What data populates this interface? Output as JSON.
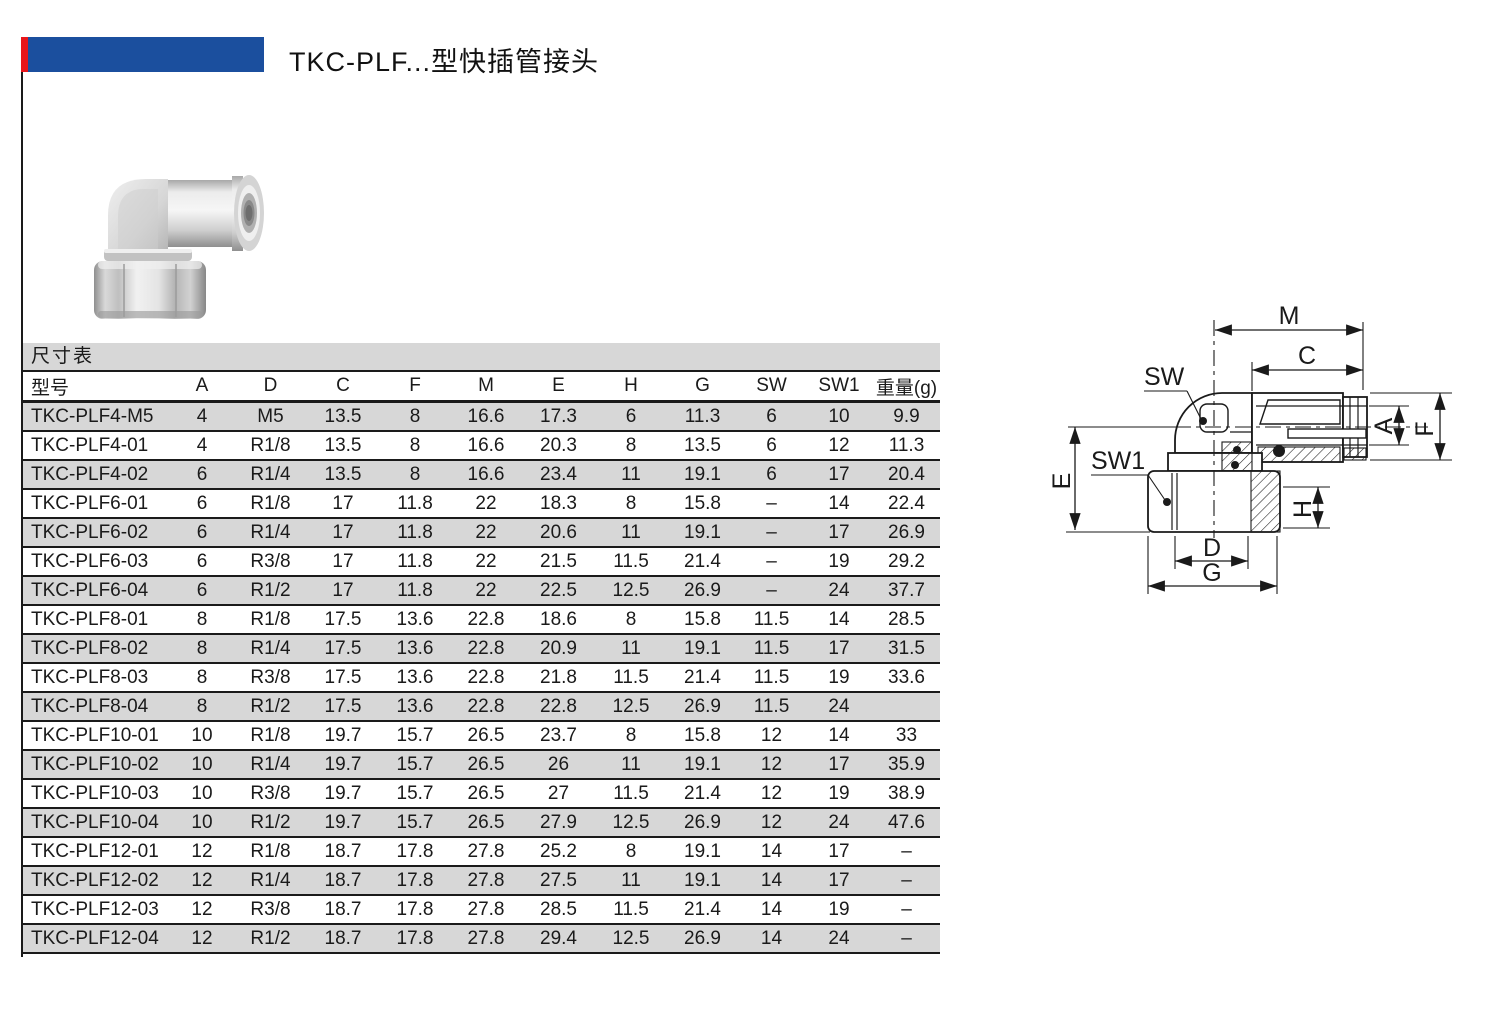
{
  "page": {
    "title": "TKC-PLF...型快插管接头"
  },
  "colors": {
    "header_blue": "#1b4f9e",
    "header_red": "#e8161b",
    "row_gray": "#d7d7d7",
    "line_black": "#1a1a1a"
  },
  "product_photo": {
    "name": "elbow-push-in-fitting-photo"
  },
  "dimension_table": {
    "section_title": "尺寸表",
    "columns": [
      "型号",
      "A",
      "D",
      "C",
      "F",
      "M",
      "E",
      "H",
      "G",
      "SW",
      "SW1",
      "重量(g)"
    ],
    "rows": [
      [
        "TKC-PLF4-M5",
        "4",
        "M5",
        "13.5",
        "8",
        "16.6",
        "17.3",
        "6",
        "11.3",
        "6",
        "10",
        "9.9"
      ],
      [
        "TKC-PLF4-01",
        "4",
        "R1/8",
        "13.5",
        "8",
        "16.6",
        "20.3",
        "8",
        "13.5",
        "6",
        "12",
        "11.3"
      ],
      [
        "TKC-PLF4-02",
        "6",
        "R1/4",
        "13.5",
        "8",
        "16.6",
        "23.4",
        "11",
        "19.1",
        "6",
        "17",
        "20.4"
      ],
      [
        "TKC-PLF6-01",
        "6",
        "R1/8",
        "17",
        "11.8",
        "22",
        "18.3",
        "8",
        "15.8",
        "–",
        "14",
        "22.4"
      ],
      [
        "TKC-PLF6-02",
        "6",
        "R1/4",
        "17",
        "11.8",
        "22",
        "20.6",
        "11",
        "19.1",
        "–",
        "17",
        "26.9"
      ],
      [
        "TKC-PLF6-03",
        "6",
        "R3/8",
        "17",
        "11.8",
        "22",
        "21.5",
        "11.5",
        "21.4",
        "–",
        "19",
        "29.2"
      ],
      [
        "TKC-PLF6-04",
        "6",
        "R1/2",
        "17",
        "11.8",
        "22",
        "22.5",
        "12.5",
        "26.9",
        "–",
        "24",
        "37.7"
      ],
      [
        "TKC-PLF8-01",
        "8",
        "R1/8",
        "17.5",
        "13.6",
        "22.8",
        "18.6",
        "8",
        "15.8",
        "11.5",
        "14",
        "28.5"
      ],
      [
        "TKC-PLF8-02",
        "8",
        "R1/4",
        "17.5",
        "13.6",
        "22.8",
        "20.9",
        "11",
        "19.1",
        "11.5",
        "17",
        "31.5"
      ],
      [
        "TKC-PLF8-03",
        "8",
        "R3/8",
        "17.5",
        "13.6",
        "22.8",
        "21.8",
        "11.5",
        "21.4",
        "11.5",
        "19",
        "33.6"
      ],
      [
        "TKC-PLF8-04",
        "8",
        "R1/2",
        "17.5",
        "13.6",
        "22.8",
        "22.8",
        "12.5",
        "26.9",
        "11.5",
        "24",
        ""
      ],
      [
        "TKC-PLF10-01",
        "10",
        "R1/8",
        "19.7",
        "15.7",
        "26.5",
        "23.7",
        "8",
        "15.8",
        "12",
        "14",
        "33"
      ],
      [
        "TKC-PLF10-02",
        "10",
        "R1/4",
        "19.7",
        "15.7",
        "26.5",
        "26",
        "11",
        "19.1",
        "12",
        "17",
        "35.9"
      ],
      [
        "TKC-PLF10-03",
        "10",
        "R3/8",
        "19.7",
        "15.7",
        "26.5",
        "27",
        "11.5",
        "21.4",
        "12",
        "19",
        "38.9"
      ],
      [
        "TKC-PLF10-04",
        "10",
        "R1/2",
        "19.7",
        "15.7",
        "26.5",
        "27.9",
        "12.5",
        "26.9",
        "12",
        "24",
        "47.6"
      ],
      [
        "TKC-PLF12-01",
        "12",
        "R1/8",
        "18.7",
        "17.8",
        "27.8",
        "25.2",
        "8",
        "19.1",
        "14",
        "17",
        "–"
      ],
      [
        "TKC-PLF12-02",
        "12",
        "R1/4",
        "18.7",
        "17.8",
        "27.8",
        "27.5",
        "11",
        "19.1",
        "14",
        "17",
        "–"
      ],
      [
        "TKC-PLF12-03",
        "12",
        "R3/8",
        "18.7",
        "17.8",
        "27.8",
        "28.5",
        "11.5",
        "21.4",
        "14",
        "19",
        "–"
      ],
      [
        "TKC-PLF12-04",
        "12",
        "R1/2",
        "18.7",
        "17.8",
        "27.8",
        "29.4",
        "12.5",
        "26.9",
        "14",
        "24",
        "–"
      ]
    ]
  },
  "diagram": {
    "labels": {
      "M": "M",
      "C": "C",
      "SW": "SW",
      "SW1": "SW1",
      "E": "E",
      "A": "A",
      "F": "F",
      "H": "H",
      "D": "D",
      "G": "G"
    }
  }
}
